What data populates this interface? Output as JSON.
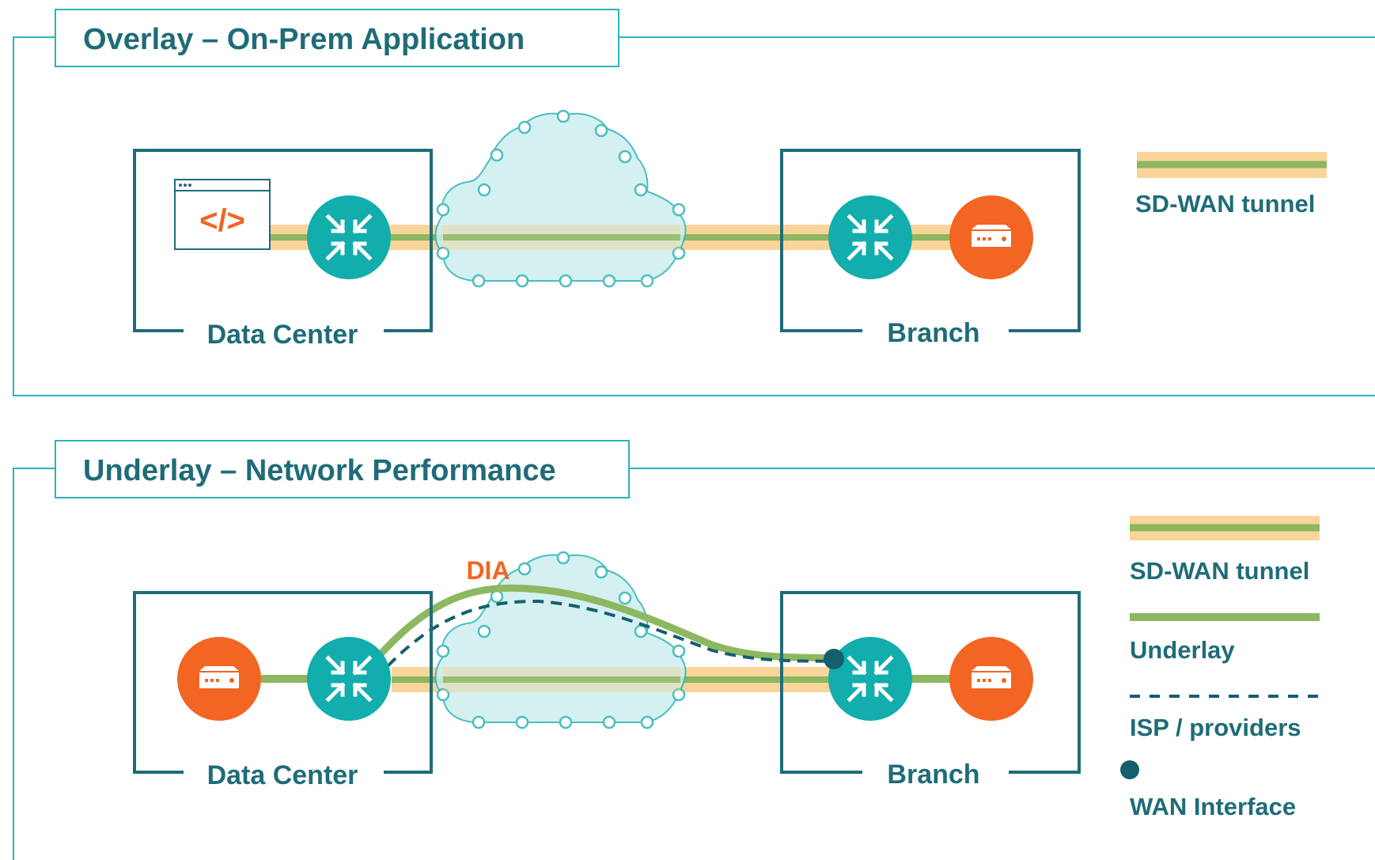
{
  "colors": {
    "teal_dark": "#1f6c78",
    "teal_line": "#2bb3b8",
    "router_teal": "#12adad",
    "orange": "#f26522",
    "tunnel_outer": "#f9d59a",
    "underlay_green": "#8db760",
    "cloud_fill": "#cdeeee",
    "wan_dot": "#155f6d"
  },
  "overlay": {
    "title": "Overlay – On-Prem Application",
    "data_center_label": "Data Center",
    "branch_label": "Branch",
    "app_icon": "code-window-icon",
    "router_icon": "router-arrows-icon",
    "device_icon": "appliance-icon",
    "legend": {
      "tunnel": "SD-WAN tunnel"
    }
  },
  "underlay": {
    "title": "Underlay – Network Performance",
    "data_center_label": "Data Center",
    "branch_label": "Branch",
    "dia_label": "DIA",
    "router_icon": "router-arrows-icon",
    "device_icon": "appliance-icon",
    "legend": {
      "tunnel": "SD-WAN tunnel",
      "underlay": "Underlay",
      "isp": "ISP / providers",
      "wan": "WAN Interface"
    }
  }
}
